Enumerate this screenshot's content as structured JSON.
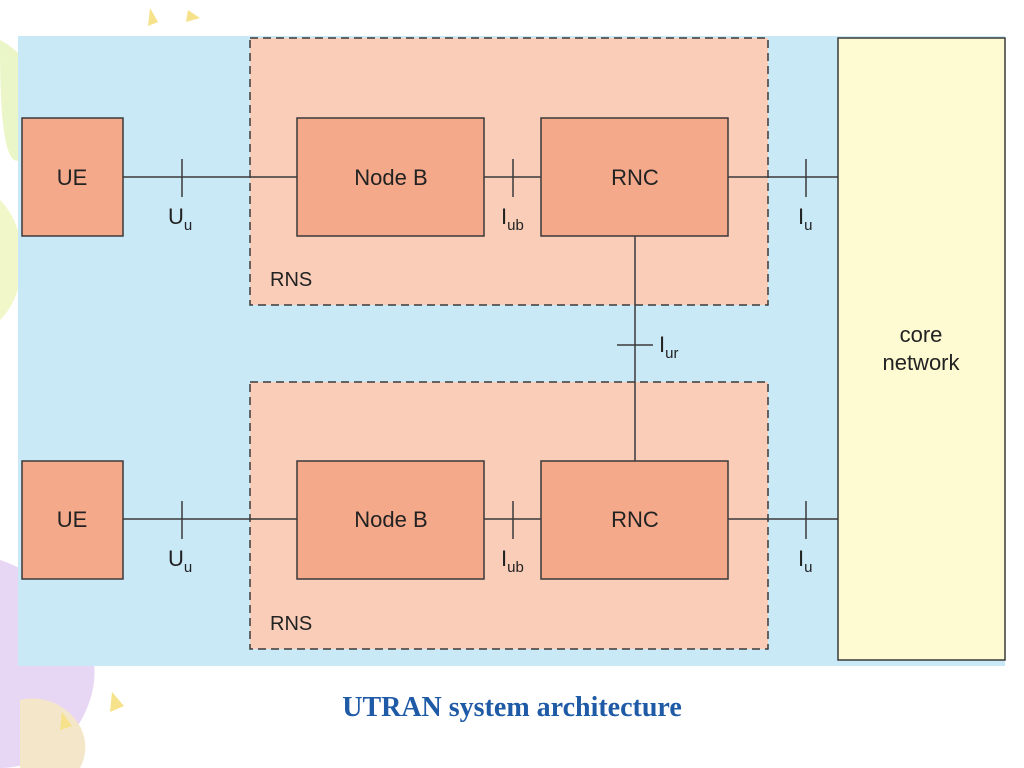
{
  "diagram": {
    "core_network": {
      "line1": "core",
      "line2": "network"
    },
    "rns_top": {
      "label": "RNS",
      "ue": "UE",
      "node_b": "Node B",
      "rnc": "RNC",
      "uu": {
        "main": "U",
        "sub": "u"
      },
      "iub": {
        "main": "I",
        "sub": "ub"
      },
      "iu": {
        "main": "I",
        "sub": "u"
      }
    },
    "rns_bottom": {
      "label": "RNS",
      "ue": "UE",
      "node_b": "Node B",
      "rnc": "RNC",
      "uu": {
        "main": "U",
        "sub": "u"
      },
      "iub": {
        "main": "I",
        "sub": "ub"
      },
      "iu": {
        "main": "I",
        "sub": "u"
      }
    },
    "iur": {
      "main": "I",
      "sub": "ur"
    }
  },
  "caption": "UTRAN system architecture",
  "colors": {
    "panel": "#c9e9f7",
    "rns_fill": "#f9cdb8",
    "box_fill": "#f3a98a",
    "core_fill": "#fefad2",
    "line": "#3a3a3a",
    "caption": "#1f5aa6"
  }
}
